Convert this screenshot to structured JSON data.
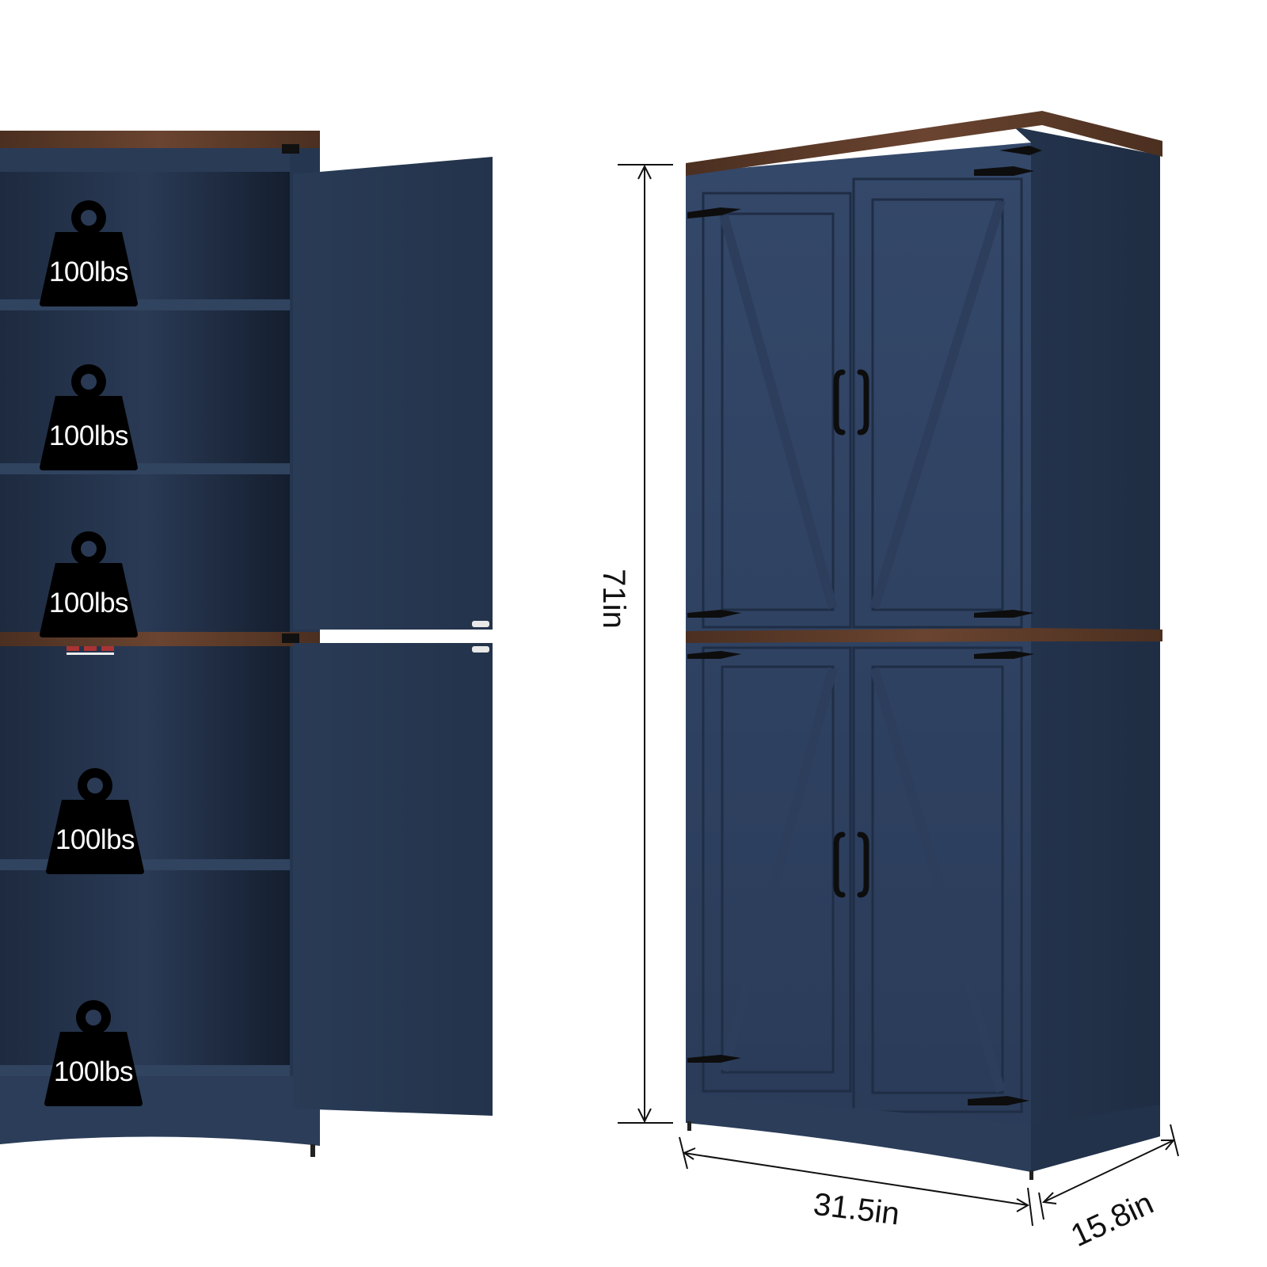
{
  "shelf_capacity_labels": [
    "100lbs",
    "100lbs",
    "100lbs",
    "100lbs",
    "100lbs"
  ],
  "dimensions": {
    "height": "71in",
    "width": "31.5in",
    "depth": "15.8in"
  },
  "colors": {
    "cabinet_navy": "#2b3d57",
    "cabinet_dark": "#1a2538",
    "wood_top": "#5a3a28",
    "hardware_black": "#111111",
    "weight_icon": "#000000"
  },
  "icons": [
    "weight-icon",
    "hinge-icon",
    "handle-icon"
  ]
}
